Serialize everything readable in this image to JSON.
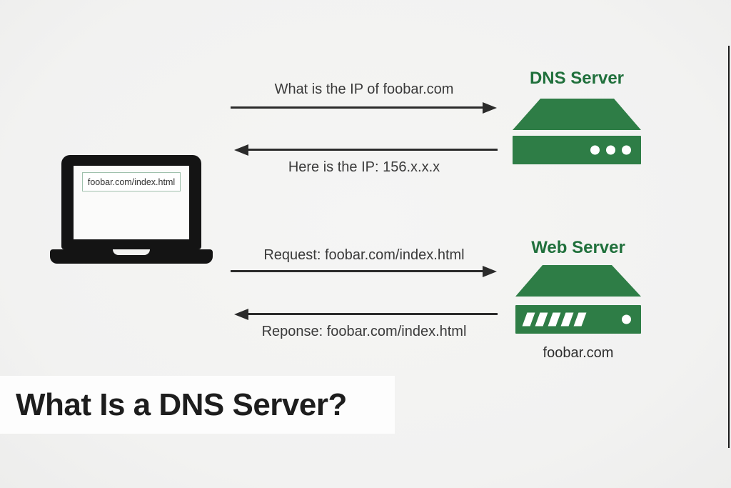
{
  "title_banner": {
    "text": "What Is a DNS Server?"
  },
  "client": {
    "url": "foobar.com/index.html"
  },
  "dns_server": {
    "label": "DNS Server"
  },
  "web_server": {
    "label": "Web Server",
    "caption": "foobar.com"
  },
  "messages": {
    "dns_query": "What is the IP of foobar.com",
    "dns_reply": "Here is the IP: 156.x.x.x",
    "http_request": "Request: foobar.com/index.html",
    "http_response": "Reponse: foobar.com/index.html"
  },
  "colors": {
    "server_green": "#2e7d46",
    "server_label_green": "#20703c",
    "arrow_dark": "#2b2b2b",
    "label_text": "#3a3a3a",
    "title_text": "#1d1d1d",
    "background": "#f2f2f1",
    "banner_white": "#fdfdfd",
    "laptop_black": "#141414",
    "address_bar_border": "#9fc0ac"
  }
}
